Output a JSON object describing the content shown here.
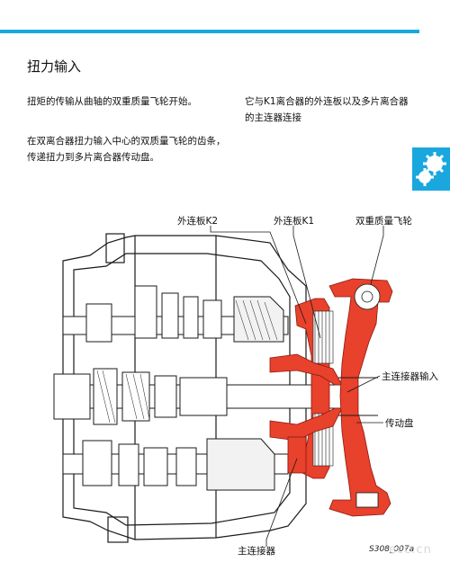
{
  "section_title": "扭力输入",
  "paragraphs": {
    "p1": "扭矩的传输从曲轴的双重质量飞轮开始。",
    "p2_line1": "在双离合器扭力输入中心的双质量飞轮的齿条，",
    "p2_line2": "传递扭力到多片离合器传动盘。",
    "p3_line1": "它与K1离合器的外连板以及多片离合器",
    "p3_line2": "的主连器连接"
  },
  "labels": {
    "outer_plate_k2": "外连板K2",
    "outer_plate_k1": "外连板K1",
    "dual_mass_flywheel": "双重质量飞轮",
    "main_hub_input": "主连接器输入",
    "drive_plate": "传动盘",
    "main_hub": "主连接器"
  },
  "figure_code": "S308_007a",
  "watermark": "ecc.cn",
  "colors": {
    "accent": "#1aa7de",
    "highlight": "#e8412c",
    "line": "#1a1a1a"
  }
}
